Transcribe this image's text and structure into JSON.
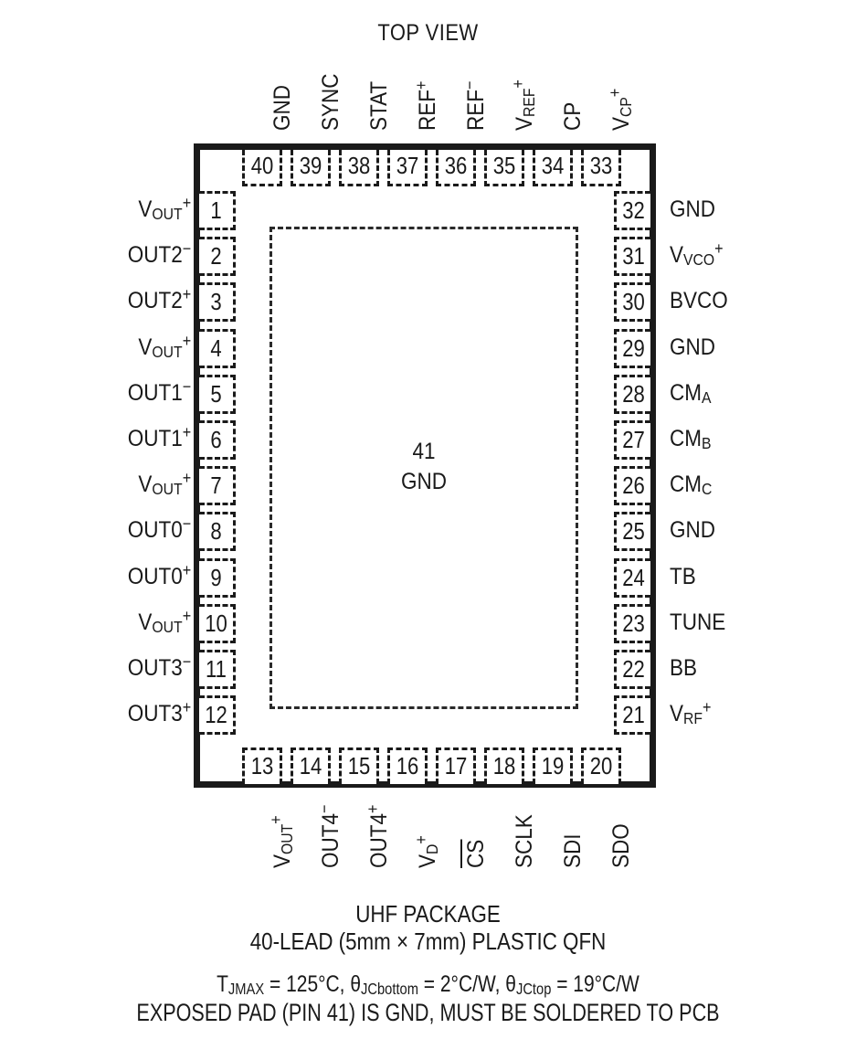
{
  "title": "TOP VIEW",
  "package": {
    "exposed_pad_number": "41",
    "exposed_pad_label": "GND"
  },
  "pins": {
    "left": [
      {
        "num": "1",
        "name": "VOUT+",
        "base": "V",
        "sub": "OUT",
        "sup": "+"
      },
      {
        "num": "2",
        "name": "OUT2-",
        "base": "OUT2",
        "sub": "",
        "sup": "−"
      },
      {
        "num": "3",
        "name": "OUT2+",
        "base": "OUT2",
        "sub": "",
        "sup": "+"
      },
      {
        "num": "4",
        "name": "VOUT+",
        "base": "V",
        "sub": "OUT",
        "sup": "+"
      },
      {
        "num": "5",
        "name": "OUT1-",
        "base": "OUT1",
        "sub": "",
        "sup": "−"
      },
      {
        "num": "6",
        "name": "OUT1+",
        "base": "OUT1",
        "sub": "",
        "sup": "+"
      },
      {
        "num": "7",
        "name": "VOUT+",
        "base": "V",
        "sub": "OUT",
        "sup": "+"
      },
      {
        "num": "8",
        "name": "OUT0-",
        "base": "OUT0",
        "sub": "",
        "sup": "−"
      },
      {
        "num": "9",
        "name": "OUT0+",
        "base": "OUT0",
        "sub": "",
        "sup": "+"
      },
      {
        "num": "10",
        "name": "VOUT+",
        "base": "V",
        "sub": "OUT",
        "sup": "+"
      },
      {
        "num": "11",
        "name": "OUT3-",
        "base": "OUT3",
        "sub": "",
        "sup": "−"
      },
      {
        "num": "12",
        "name": "OUT3+",
        "base": "OUT3",
        "sub": "",
        "sup": "+"
      }
    ],
    "bottom": [
      {
        "num": "13",
        "name": "VOUT+",
        "base": "V",
        "sub": "OUT",
        "sup": "+",
        "overline": false
      },
      {
        "num": "14",
        "name": "OUT4-",
        "base": "OUT4",
        "sub": "",
        "sup": "−",
        "overline": false
      },
      {
        "num": "15",
        "name": "OUT4+",
        "base": "OUT4",
        "sub": "",
        "sup": "+",
        "overline": false
      },
      {
        "num": "16",
        "name": "VD+",
        "base": "V",
        "sub": "D",
        "sup": "+",
        "overline": false
      },
      {
        "num": "17",
        "name": "CS",
        "base": "CS",
        "sub": "",
        "sup": "",
        "overline": true
      },
      {
        "num": "18",
        "name": "SCLK",
        "base": "SCLK",
        "sub": "",
        "sup": "",
        "overline": false
      },
      {
        "num": "19",
        "name": "SDI",
        "base": "SDI",
        "sub": "",
        "sup": "",
        "overline": false
      },
      {
        "num": "20",
        "name": "SDO",
        "base": "SDO",
        "sub": "",
        "sup": "",
        "overline": false
      }
    ],
    "right": [
      {
        "num": "21",
        "name": "VRF+",
        "base": "V",
        "sub": "RF",
        "sup": "+"
      },
      {
        "num": "22",
        "name": "BB",
        "base": "BB",
        "sub": "",
        "sup": ""
      },
      {
        "num": "23",
        "name": "TUNE",
        "base": "TUNE",
        "sub": "",
        "sup": ""
      },
      {
        "num": "24",
        "name": "TB",
        "base": "TB",
        "sub": "",
        "sup": ""
      },
      {
        "num": "25",
        "name": "GND",
        "base": "GND",
        "sub": "",
        "sup": ""
      },
      {
        "num": "26",
        "name": "CMC",
        "base": "CM",
        "sub": "C",
        "sup": ""
      },
      {
        "num": "27",
        "name": "CMB",
        "base": "CM",
        "sub": "B",
        "sup": ""
      },
      {
        "num": "28",
        "name": "CMA",
        "base": "CM",
        "sub": "A",
        "sup": ""
      },
      {
        "num": "29",
        "name": "GND",
        "base": "GND",
        "sub": "",
        "sup": ""
      },
      {
        "num": "30",
        "name": "BVCO",
        "base": "BVCO",
        "sub": "",
        "sup": ""
      },
      {
        "num": "31",
        "name": "VVCO+",
        "base": "V",
        "sub": "VCO",
        "sup": "+"
      },
      {
        "num": "32",
        "name": "GND",
        "base": "GND",
        "sub": "",
        "sup": ""
      }
    ],
    "top": [
      {
        "num": "33",
        "name": "VCP+",
        "base": "V",
        "sub": "CP",
        "sup": "+"
      },
      {
        "num": "34",
        "name": "CP",
        "base": "CP",
        "sub": "",
        "sup": ""
      },
      {
        "num": "35",
        "name": "VREF+",
        "base": "V",
        "sub": "REF",
        "sup": "+"
      },
      {
        "num": "36",
        "name": "REF-",
        "base": "REF",
        "sub": "",
        "sup": "−"
      },
      {
        "num": "37",
        "name": "REF+",
        "base": "REF",
        "sub": "",
        "sup": "+"
      },
      {
        "num": "38",
        "name": "STAT",
        "base": "STAT",
        "sub": "",
        "sup": ""
      },
      {
        "num": "39",
        "name": "SYNC",
        "base": "SYNC",
        "sub": "",
        "sup": ""
      },
      {
        "num": "40",
        "name": "GND",
        "base": "GND",
        "sub": "",
        "sup": ""
      }
    ]
  },
  "footer": {
    "package_name": "UHF PACKAGE",
    "package_desc": "40-LEAD (5mm × 7mm) PLASTIC QFN",
    "thermal_spec": "TJMAX = 125°C, θJCbottom = 2°C/W, θJCtop = 19°C/W",
    "pad_note": "EXPOSED PAD (PIN 41) IS GND, MUST BE SOLDERED TO PCB",
    "thermal": {
      "tjmax_symbol": "T",
      "tjmax_sub": "JMAX",
      "tjmax_value": "125°C",
      "jcbottom_symbol": "θ",
      "jcbottom_sub": "JCbottom",
      "jcbottom_value": "2°C/W",
      "jctop_symbol": "θ",
      "jctop_sub": "JCtop",
      "jctop_value": "19°C/W"
    }
  }
}
